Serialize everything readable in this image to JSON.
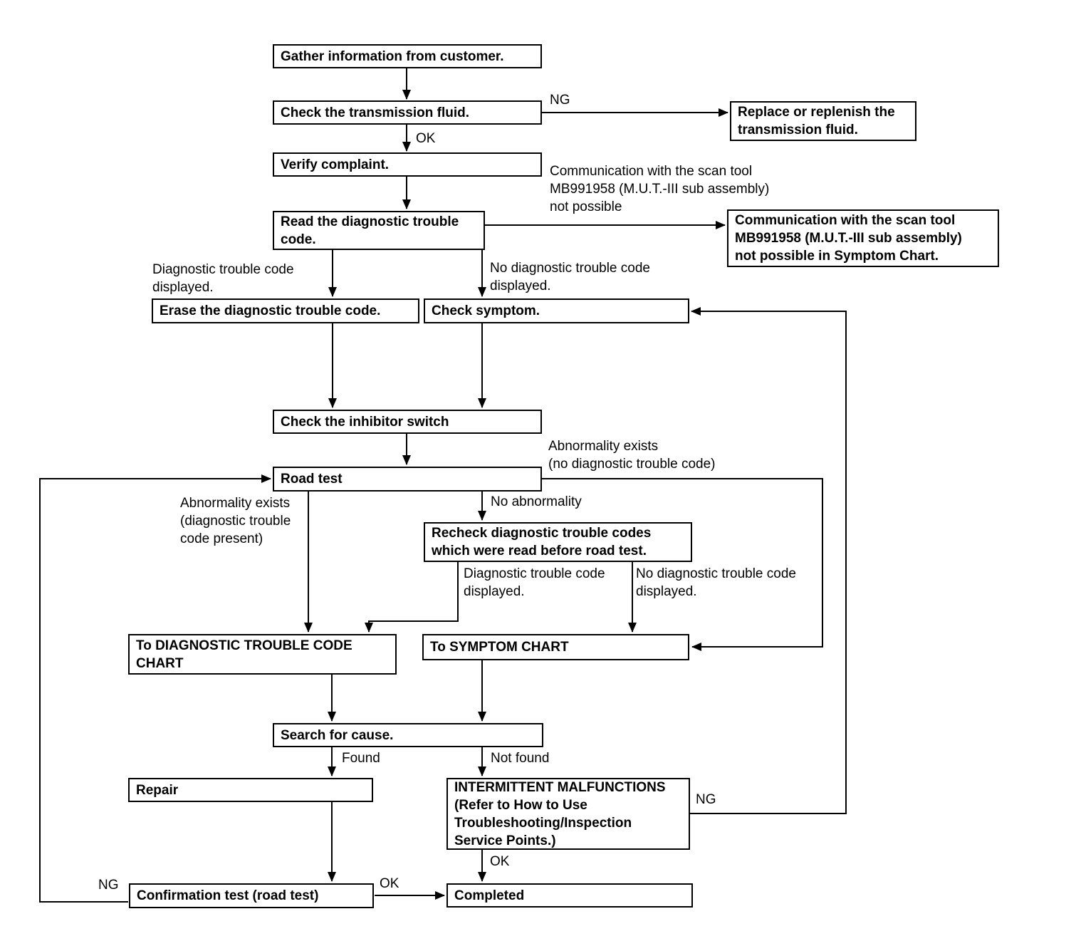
{
  "nodes": {
    "gather": "Gather information from customer.",
    "check_fluid": "Check the transmission fluid.",
    "replace_fluid": "Replace or replenish the\ntransmission fluid.",
    "verify": "Verify complaint.",
    "read_dtc": "Read the diagnostic trouble code.",
    "comm_not_possible": "Communication with the scan tool\nMB991958 (M.U.T.-III sub assembly)\nnot possible in Symptom Chart.",
    "erase_dtc": "Erase the diagnostic trouble code.",
    "check_symptom": "Check symptom.",
    "inhibitor": "Check the inhibitor switch",
    "road_test": "Road test",
    "recheck": "Recheck diagnostic trouble codes\nwhich were read before road test.",
    "to_dtc_chart": "To DIAGNOSTIC TROUBLE CODE\nCHART",
    "to_symptom_chart": "To SYMPTOM CHART",
    "search_cause": "Search for cause.",
    "repair": "Repair",
    "intermittent": "INTERMITTENT MALFUNCTIONS\n(Refer to How to Use\nTroubleshooting/Inspection\nService Points.)",
    "confirmation": "Confirmation test (road test)",
    "completed": "Completed"
  },
  "labels": {
    "ng_fluid": "NG",
    "ok_fluid": "OK",
    "comm_branch": "Communication with the scan tool\nMB991958 (M.U.T.-III sub assembly)\nnot possible",
    "dtc_displayed": "Diagnostic trouble code\ndisplayed.",
    "no_dtc_displayed": "No diagnostic trouble code\ndisplayed.",
    "abnormality_no_dtc": "Abnormality exists\n(no diagnostic trouble code)",
    "abnormality_dtc": "Abnormality exists\n(diagnostic trouble\ncode present)",
    "no_abnormality": "No abnormality",
    "dtc_displayed_2": "Diagnostic trouble code\ndisplayed.",
    "no_dtc_displayed_2": "No diagnostic trouble code\ndisplayed.",
    "found": "Found",
    "not_found": "Not found",
    "ng_intermittent": "NG",
    "ok_intermittent": "OK",
    "ng_confirmation": "NG",
    "ok_confirmation": "OK"
  }
}
